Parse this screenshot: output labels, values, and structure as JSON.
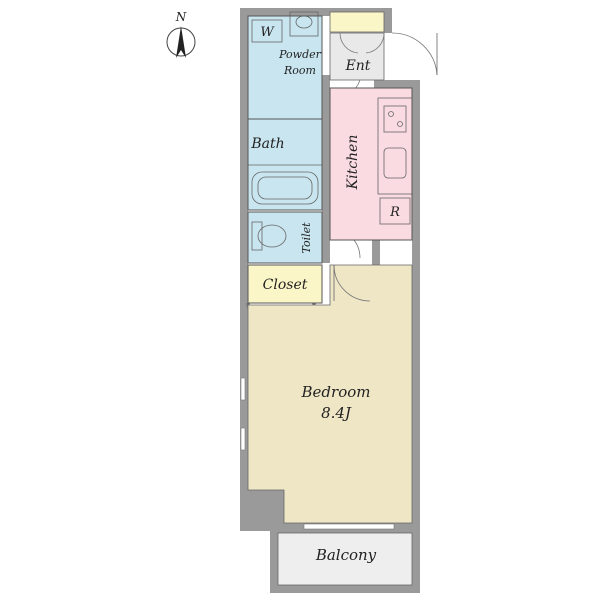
{
  "compass": {
    "label": "N"
  },
  "rooms": {
    "washer": "W",
    "powder_room_line1": "Powder",
    "powder_room_line2": "Room",
    "entrance": "Ent",
    "bath": "Bath",
    "kitchen": "Kitchen",
    "refrigerator": "R",
    "toilet": "Toilet",
    "closet": "Closet",
    "bedroom": "Bedroom",
    "bedroom_size": "8.4J",
    "balcony": "Balcony"
  },
  "colors": {
    "wet_area": "#c9e6f0",
    "kitchen": "#f9dbe1",
    "closet": "#fbf6c7",
    "bedroom": "#efe6c6",
    "entrance": "#e9e9e9",
    "balcony": "#eeeeee",
    "shoe_rack": "#fbf6c7",
    "wall": "#9a9a9a"
  }
}
